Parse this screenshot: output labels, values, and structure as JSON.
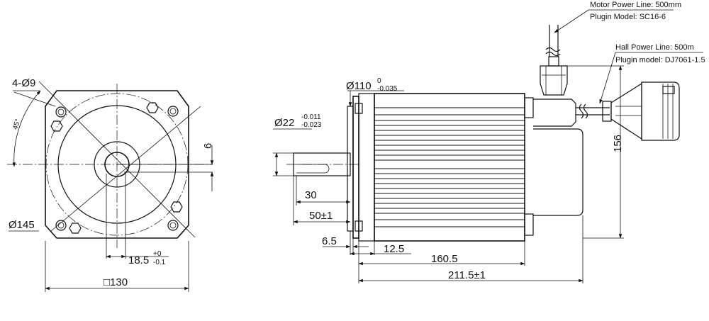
{
  "front_view": {
    "holes": "4-Ø9",
    "angle": "45°",
    "pcd": "Ø145",
    "square": "□130",
    "shaft_key_offset": "6",
    "keyway_value": "18.5",
    "keyway_tol_upper": "+0",
    "keyway_tol_lower": "-0.1"
  },
  "side_view": {
    "pilot_value": "Ø110",
    "pilot_tol_upper": "0",
    "pilot_tol_lower": "-0.035",
    "shaft_value": "Ø22",
    "shaft_tol_upper": "-0.011",
    "shaft_tol_lower": "-0.023",
    "key_length": "30",
    "shaft_length": "50±1",
    "flange_offset": "6.5",
    "flange_thickness": "12.5",
    "body_length": "160.5",
    "overall_length": "211.5±1",
    "height": "156"
  },
  "notes": {
    "motor_line": "Motor Power Line: 500mm",
    "motor_plug": "Plugin Model: SC16-6",
    "hall_line": "Hall Power Line: 500m",
    "hall_plug": "Plugin model: DJ7061-1.5"
  }
}
